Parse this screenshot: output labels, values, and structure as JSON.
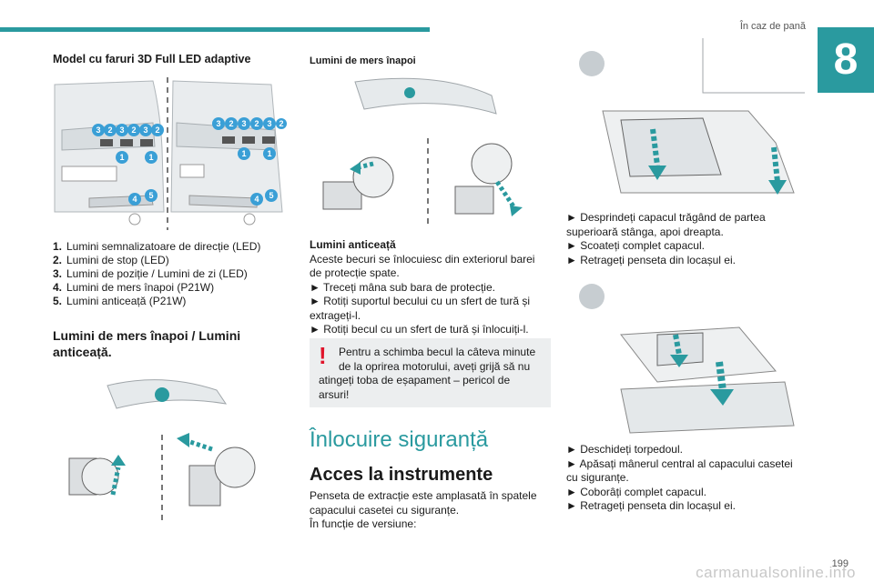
{
  "header": {
    "title": "În caz de pană",
    "chapter": "8",
    "page_number": "199",
    "watermark": "carmanualsonline.info"
  },
  "col1": {
    "heading": "Model cu faruri 3D Full LED adaptive",
    "legend": [
      {
        "num": "1.",
        "text": "Lumini semnalizatoare de direcție (LED)"
      },
      {
        "num": "2.",
        "text": "Lumini de stop (LED)"
      },
      {
        "num": "3.",
        "text": "Lumini de poziție / Lumini de zi (LED)"
      },
      {
        "num": "4.",
        "text": "Lumini de mers înapoi (P21W)"
      },
      {
        "num": "5.",
        "text": "Lumini anticeață (P21W)"
      }
    ],
    "section_heading_1": "Lumini de mers înapoi / Lumini",
    "section_heading_2": "anticeață."
  },
  "col2": {
    "heading": "Lumini de mers înapoi",
    "subheading": "Lumini anticeață",
    "lines": [
      "Aceste becuri se înlocuiesc din exteriorul barei",
      "de protecție spate.",
      "► Treceți mâna sub bara de protecție.",
      "► Rotiți suportul becului cu un sfert de tură și",
      "extrageți-l.",
      "► Rotiți becul cu un sfert de tură și înlocuiți-l."
    ],
    "warning": [
      "Pentru a schimba becul la câteva minute",
      "de la oprirea motorului, aveți grijă să nu",
      "atingeți toba de eșapament – pericol de",
      "arsuri!"
    ],
    "section_title": "Înlocuire siguranță",
    "sub_title": "Acces la instrumente",
    "lines2": [
      "Penseta de extracție este amplasată în spatele",
      "capacului casetei cu siguranțe.",
      "În funcție de versiune:"
    ]
  },
  "col3": {
    "lines1": [
      "► Desprindeți capacul trăgând de partea",
      "superioară stânga, apoi dreapta.",
      "► Scoateți complet capacul.",
      "► Retrageți penseta din locașul ei."
    ],
    "lines2": [
      "► Deschideți torpedoul.",
      "► Apăsați mânerul central al capacului casetei",
      "cu siguranțe.",
      "► Coborâți complet capacul.",
      "► Retrageți penseta din locașul ei."
    ]
  },
  "callouts": {
    "left_top": [
      "3",
      "2",
      "3",
      "2",
      "3",
      "2"
    ],
    "right_top": [
      "3",
      "2",
      "3",
      "2",
      "3",
      "2"
    ],
    "one": "1",
    "four": "4",
    "five": "5"
  },
  "colors": {
    "accent": "#2a9a9f",
    "warning": "#e0142b",
    "callout": "#3a9fd6"
  }
}
